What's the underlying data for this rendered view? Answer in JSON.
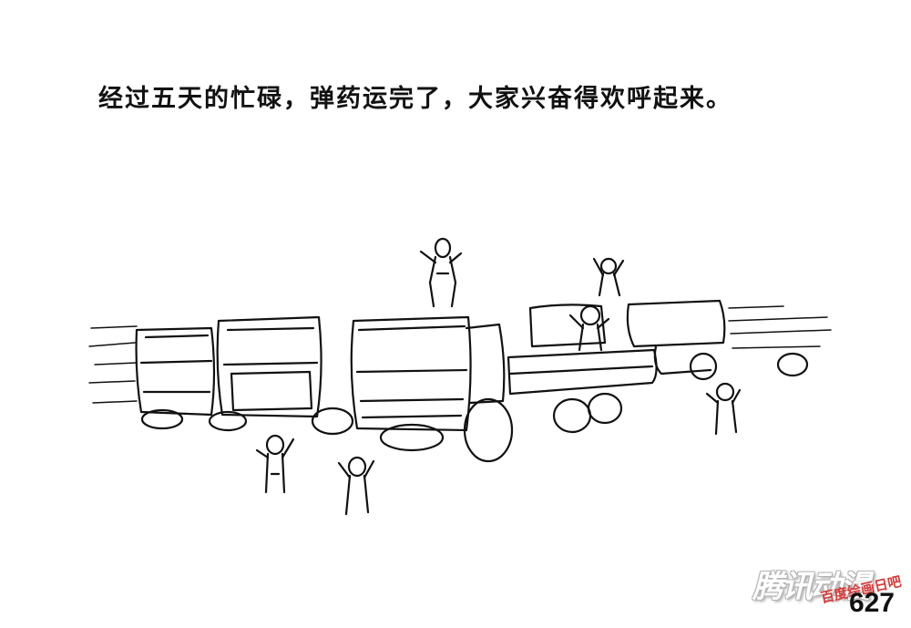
{
  "caption": "经过五天的忙碌，弹药运完了，大家兴奋得欢呼起来。",
  "page_number": "627",
  "watermark": {
    "main": "腾讯动漫",
    "sub": "百度绘画日吧"
  },
  "colors": {
    "ink": "#111111",
    "paper": "#ffffff",
    "watermark_red": "#d93a3a"
  },
  "illustration": "sketch-trucks-and-cheering-people"
}
